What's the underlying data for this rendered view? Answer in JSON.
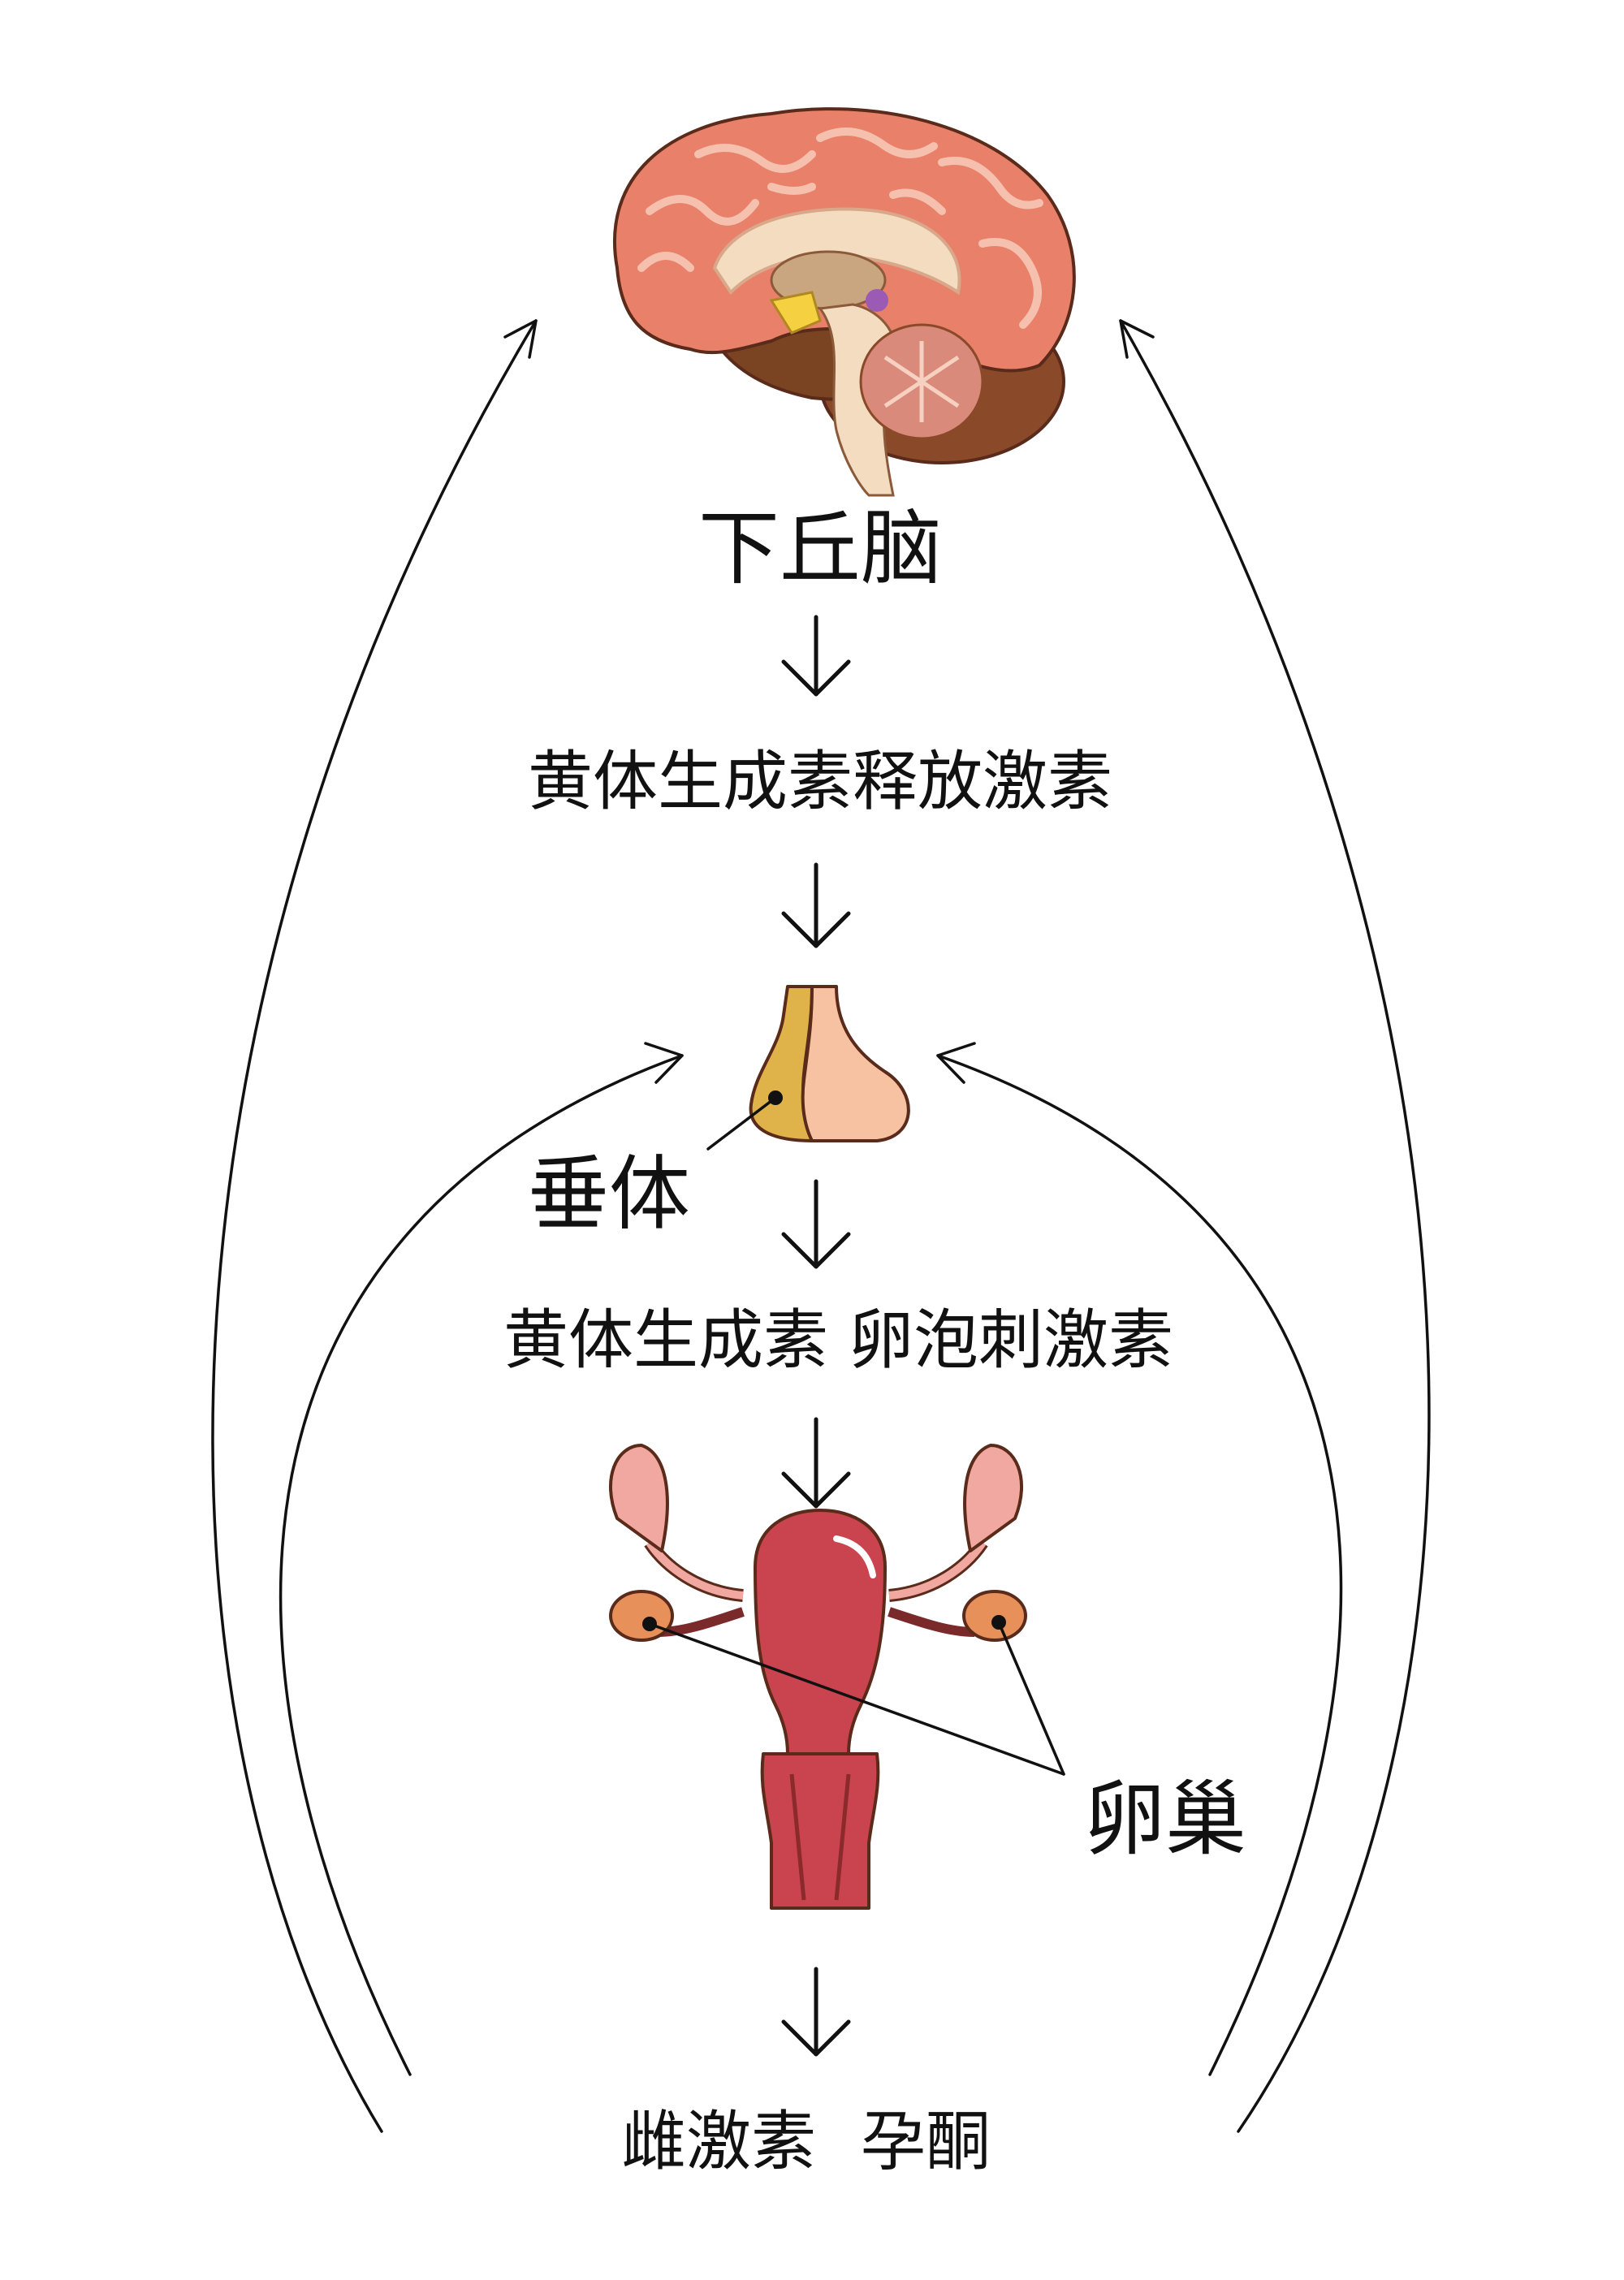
{
  "labels": {
    "hypothalamus": "下丘脑",
    "gnrh": "黄体生成素释放激素",
    "pituitary": "垂体",
    "lh": "黄体生成素",
    "fsh": "卵泡刺激素",
    "ovary": "卵巢",
    "estrogen": "雌激素",
    "progesterone": "孕酮"
  },
  "colors": {
    "line": "#111111",
    "brain_cortex": "#e8806a",
    "brain_gyri": "#f4b3a2",
    "brainstem": "#f3dcc0",
    "cerebellum": "#d98a7a",
    "pituitary_anterior": "#f7c2a2",
    "pituitary_posterior": "#e0b34a",
    "uterus": "#c9444f",
    "ovary": "#e7905a",
    "tube": "#f0a8a0"
  }
}
